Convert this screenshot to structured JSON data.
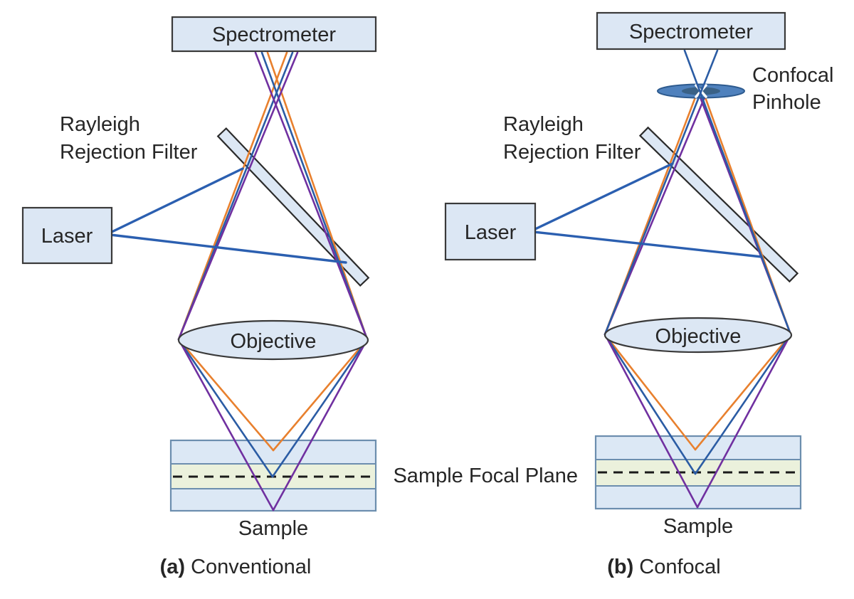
{
  "colors": {
    "ray_orange": "#E8802E",
    "ray_blue": "#2B5CA4",
    "ray_purple": "#7030A0",
    "laser_beam": "#2B5FB0",
    "box_fill": "#DCE7F4",
    "box_border": "#3A3A3A",
    "filter_fill": "#DCE7F4",
    "filter_border": "#2B2B2B",
    "sample_fill": "#DCE8F5",
    "sample_border": "#6C8EAE",
    "focal_band_fill": "#EBF1DC",
    "dashed_line": "#1A1A1A",
    "pinhole_fill": "#4F81BD",
    "pinhole_border": "#2D5A8E",
    "pinhole_inner": "#3A6186",
    "text": "#262626",
    "background": "#FFFFFF"
  },
  "diagram_a": {
    "spectrometer": "Spectrometer",
    "filter_line1": "Rayleigh",
    "filter_line2": "Rejection Filter",
    "laser": "Laser",
    "objective": "Objective",
    "sample": "Sample",
    "caption_tag": "(a)",
    "caption": "Conventional"
  },
  "diagram_b": {
    "spectrometer": "Spectrometer",
    "pinhole_line1": "Confocal",
    "pinhole_line2": "Pinhole",
    "filter_line1": "Rayleigh",
    "filter_line2": "Rejection Filter",
    "laser": "Laser",
    "objective": "Objective",
    "sample": "Sample",
    "focal_plane": "Sample Focal Plane",
    "caption_tag": "(b)",
    "caption": "Confocal"
  }
}
